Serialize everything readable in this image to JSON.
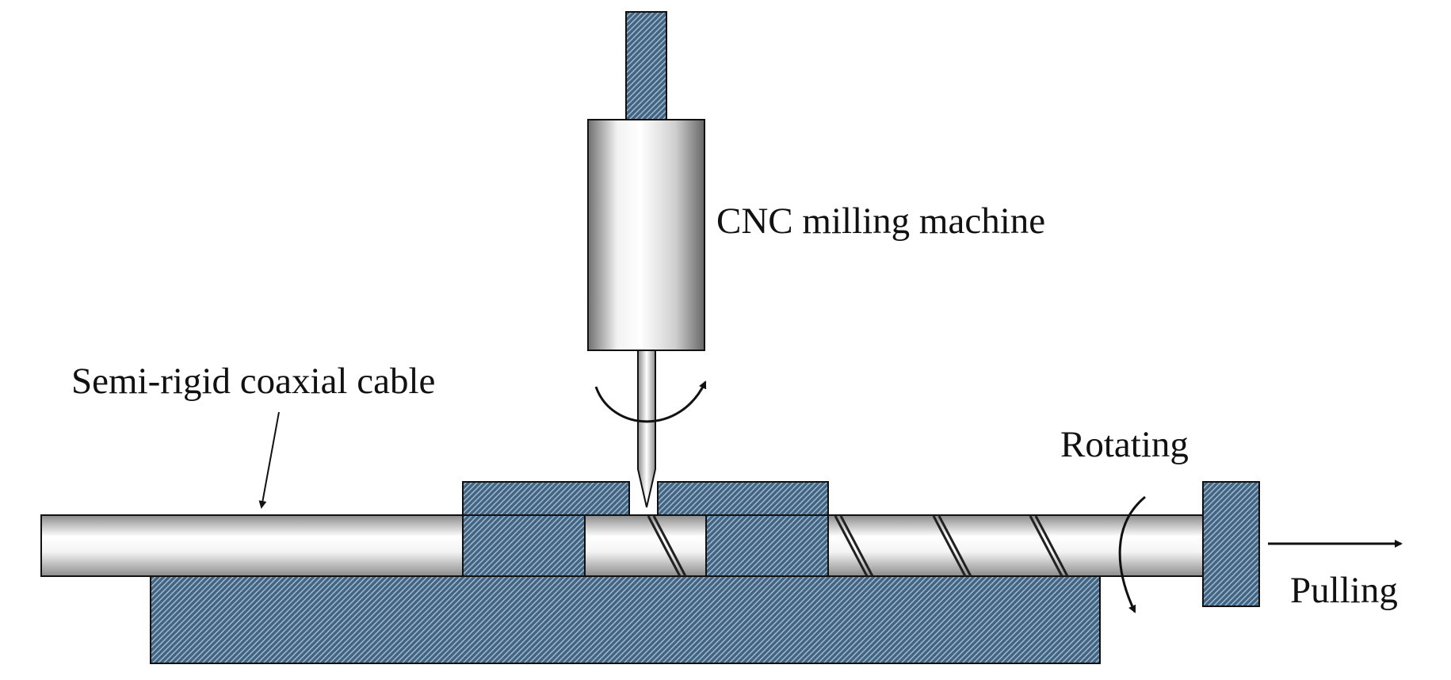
{
  "labels": {
    "cnc": "CNC milling machine",
    "cable": "Semi-rigid coaxial cable",
    "rotating": "Rotating",
    "pulling": "Pulling"
  },
  "colors": {
    "hatch": "#416583",
    "hatch_light": "#a9bdd0",
    "outline": "#111111",
    "metal_dark": "#6c6c6c",
    "metal_light": "#ffffff"
  }
}
